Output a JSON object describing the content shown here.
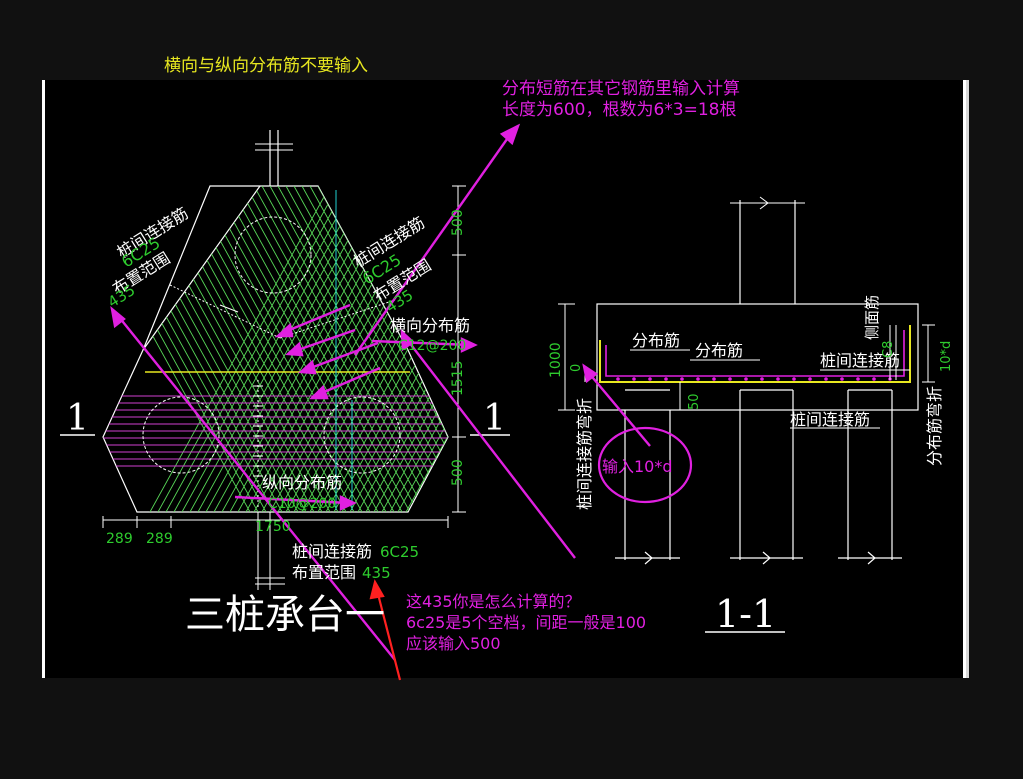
{
  "colors": {
    "background": "#111111",
    "drawing_bg": "#000000",
    "white": "#ffffff",
    "green": "#2ecc2e",
    "yellow": "#e8e820",
    "magenta": "#e020e0",
    "cyan": "#20d0d0",
    "red": "#ff2020",
    "hatch_green": "#58d858",
    "hatch_magenta": "#d040d0"
  },
  "notes": {
    "top_yellow": "横向与纵向分布筋不要输入",
    "top_right_line1": "分布短筋在其它钢筋里输入计算",
    "top_right_line2": "长度为600，根数为6*3=18根",
    "bottom_line1": "这435你是怎么计算的？",
    "bottom_line2": "6c25是5个空档，间距一般是100",
    "bottom_line3": "应该输入500",
    "circle_note": "输入10*d"
  },
  "plan": {
    "title": "三桩承台一",
    "section_mark_left": "1",
    "section_mark_right": "1",
    "left_label_1": "桩间连接筋",
    "left_label_2": "布置范围",
    "left_spec": "6C25",
    "left_range": "435",
    "right_label_1": "桩间连接筋",
    "right_label_2": "布置范围",
    "right_spec": "6C25",
    "right_range": "435",
    "horizontal_label": "横向分布筋",
    "horizontal_spec": "C12@200",
    "vertical_label": "纵向分布筋",
    "vertical_spec": "C10@200",
    "bottom_label_1": "桩间连接筋",
    "bottom_spec": "6C25",
    "bottom_label_2": "布置范围",
    "bottom_range": "435",
    "dim_289a": "289",
    "dim_289b": "289",
    "dim_1750": "1750",
    "dim_500_top": "500",
    "dim_1515": "1515",
    "dim_500_bottom": "500"
  },
  "section": {
    "title": "1-1",
    "dist_bar_1": "分布筋",
    "dist_bar_2": "分布筋",
    "pile_conn_1": "桩间连接筋",
    "pile_conn_2": "桩间连接筋",
    "side_bar": "侧面筋",
    "side_spec": "C8",
    "dim_1000": "1000",
    "dim_0": "0",
    "dim_50": "50",
    "dim_10d": "10*d",
    "hook_left": "桩间连接筋弯折",
    "hook_right": "分布筋弯折"
  }
}
